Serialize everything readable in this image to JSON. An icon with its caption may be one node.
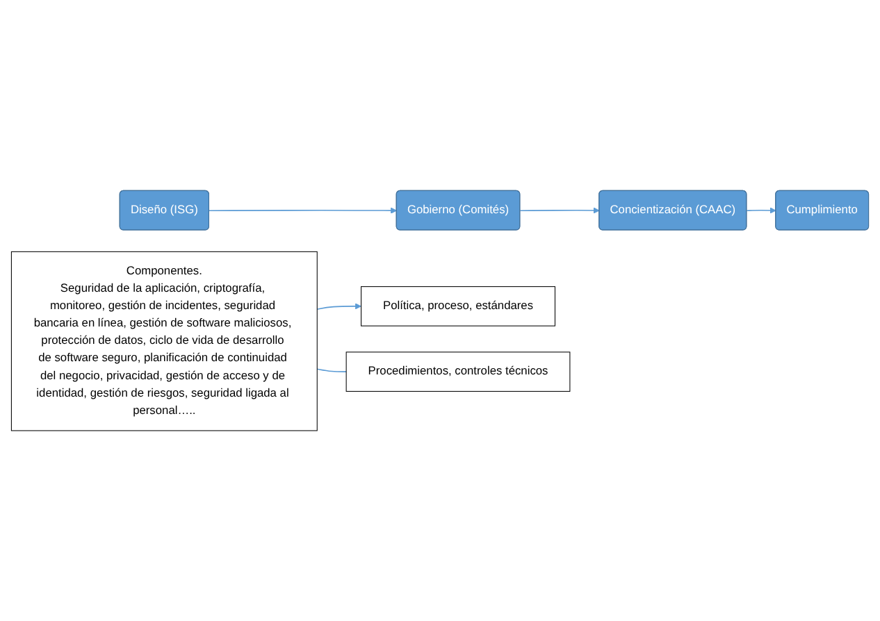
{
  "diagram": {
    "nodes": [
      {
        "text": [
          "Gobierno (Comités)"
        ]
      },
      {
        "text": [
          "Diseño (ISG)"
        ]
      },
      {
        "text": [
          "Concientización (CAAC)"
        ]
      },
      {
        "text": [
          "Cumplimiento"
        ]
      },
      {
        "text": [
          "Política, proceso, estándares"
        ]
      },
      {
        "text": [
          "Procedimientos, controles técnicos"
        ]
      },
      {
        "text": [
          "Componentes.",
          "Seguridad de la aplicación, criptografía, monitoreo, gestión de incidentes, seguridad bancaria en línea, gestión de software maliciosos, protección de datos, ciclo de vida de desarrollo de software seguro, planificación de continuidad del negocio, privacidad, gestión de acceso y de identidad, gestión de riesgos, seguridad ligada al personal….."
        ]
      }
    ],
    "edges": [
      {
        "from": 1,
        "to": 0,
        "arrow": "to"
      },
      {
        "from": 0,
        "to": 2,
        "arrow": "to"
      },
      {
        "from": 2,
        "to": 3,
        "arrow": "to"
      },
      {
        "from": 6,
        "to": 4,
        "arrow": "to"
      },
      {
        "from": 6,
        "to": 5,
        "arrow": "none"
      }
    ]
  }
}
